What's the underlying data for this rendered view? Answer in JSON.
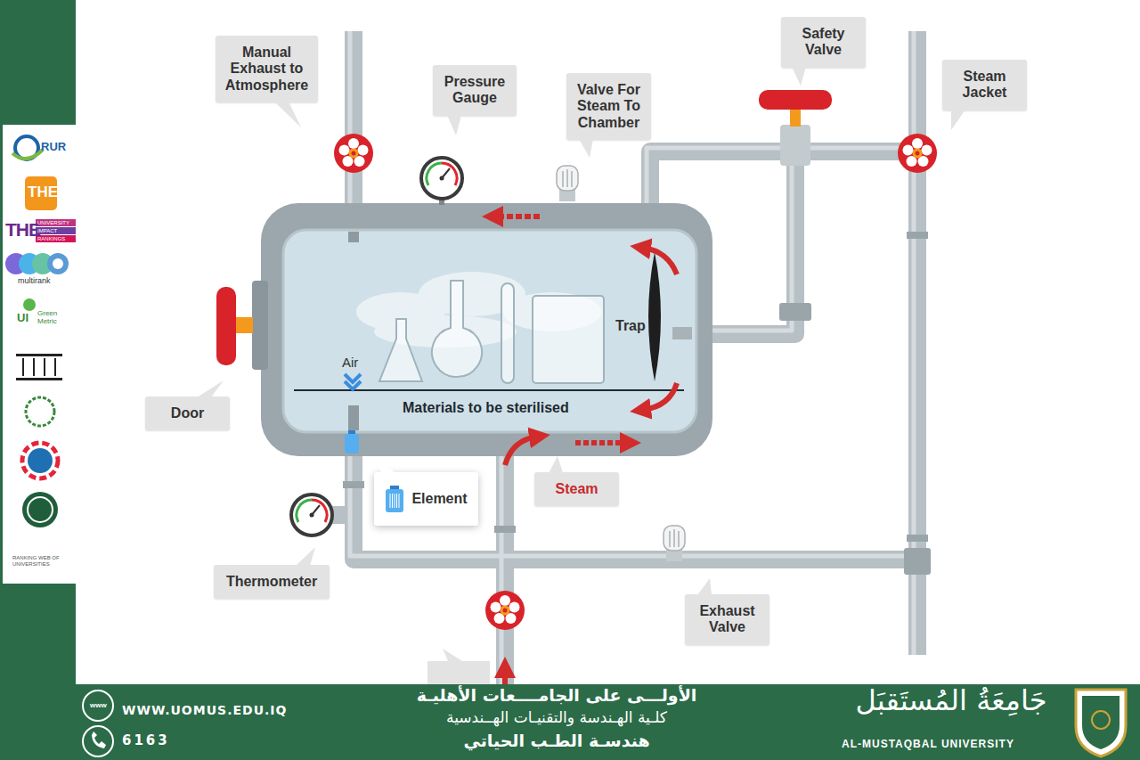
{
  "diagram": {
    "nodes": [
      {
        "text": [
          "Manual Exhaust to Atmosphere"
        ]
      },
      {
        "text": [
          "Pressure Gauge"
        ]
      },
      {
        "text": [
          "Valve For Steam To Chamber"
        ]
      },
      {
        "text": [
          "Safety Valve"
        ]
      },
      {
        "text": [
          "Steam Jacket"
        ]
      },
      {
        "text": [
          "Door"
        ]
      },
      {
        "text": [
          "Element"
        ]
      },
      {
        "text": [
          "Steam"
        ]
      },
      {
        "text": [
          "Thermometer"
        ]
      },
      {
        "text": [
          "Exhaust Valve"
        ]
      }
    ],
    "labels": [
      "Air",
      "Trap",
      "Materials to be sterilised",
      "WWW.UOMUS.EDU.IQ",
      "6163",
      "الأولـــى على الجامــــعات الأهليـة",
      "كلـية الهـندسة والتقنيـات الهــندسية",
      "هندسـة الطـب الحياتي",
      "جَامِعَةُ المُستَقبَل",
      "AL-MUSTAQBAL UNIVERSITY",
      "RUR",
      "THE",
      "THE",
      "UNIVERSITY IMPACT RANKINGS",
      "multirank",
      "UI",
      "Green Metric",
      "RANKING WEB OF UNIVERSITIES",
      "www"
    ]
  }
}
